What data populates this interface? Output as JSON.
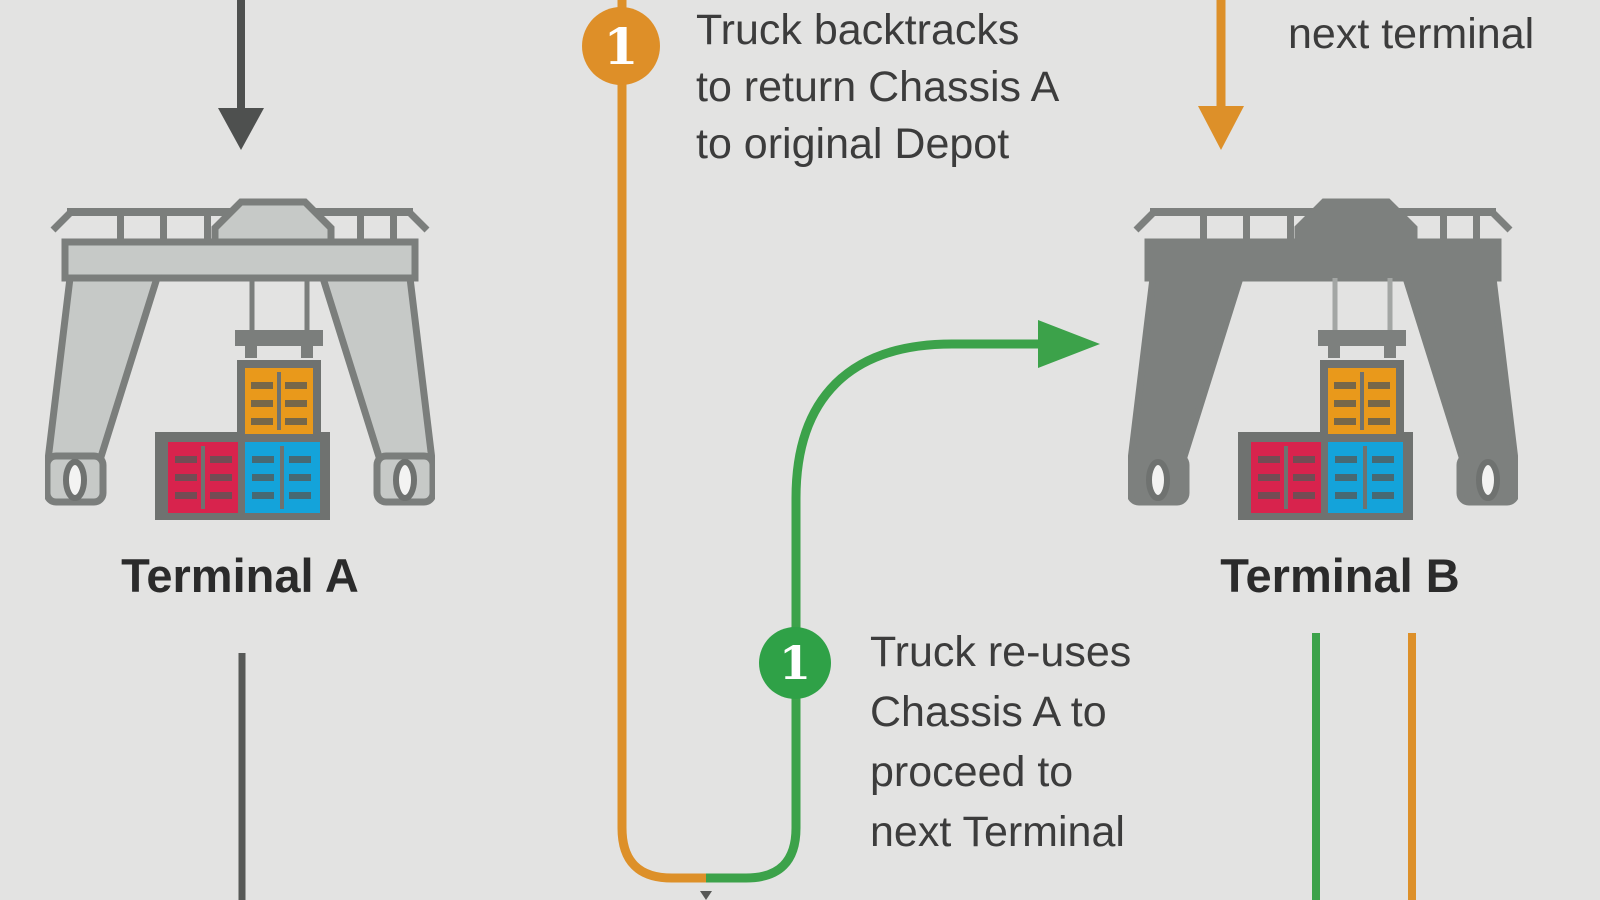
{
  "diagram": {
    "title_context": "container terminal chassis flow infographic",
    "background_color": "#e3e3e2",
    "terminals": [
      {
        "label": "Terminal A"
      },
      {
        "label": "Terminal B"
      }
    ],
    "notes": {
      "backtrack": {
        "badge": "1",
        "badge_color": "#de8f28",
        "lines": [
          "Truck backtracks",
          "to return Chassis A",
          "to original Depot"
        ]
      },
      "next_terminal_top": {
        "text": "next terminal"
      },
      "reuse": {
        "badge": "1",
        "badge_color": "#2fa147",
        "lines": [
          "Truck re-uses",
          "Chassis A to",
          "proceed to",
          "next Terminal"
        ]
      }
    },
    "colors": {
      "route_orange": "#dd9029",
      "route_green": "#3ca24a",
      "route_dark": "#4e504f",
      "crane_dark": "#7b7e7c",
      "crane_light": "#c6c9c7",
      "container_orange": "#e9991b",
      "container_red": "#d8234d",
      "container_blue": "#14a3da",
      "text": "#3c3c3c"
    },
    "icons": [
      "down-arrow-icon",
      "gantry-crane-icon",
      "container-icon",
      "route-curve-icon",
      "right-arrow-icon"
    ]
  }
}
